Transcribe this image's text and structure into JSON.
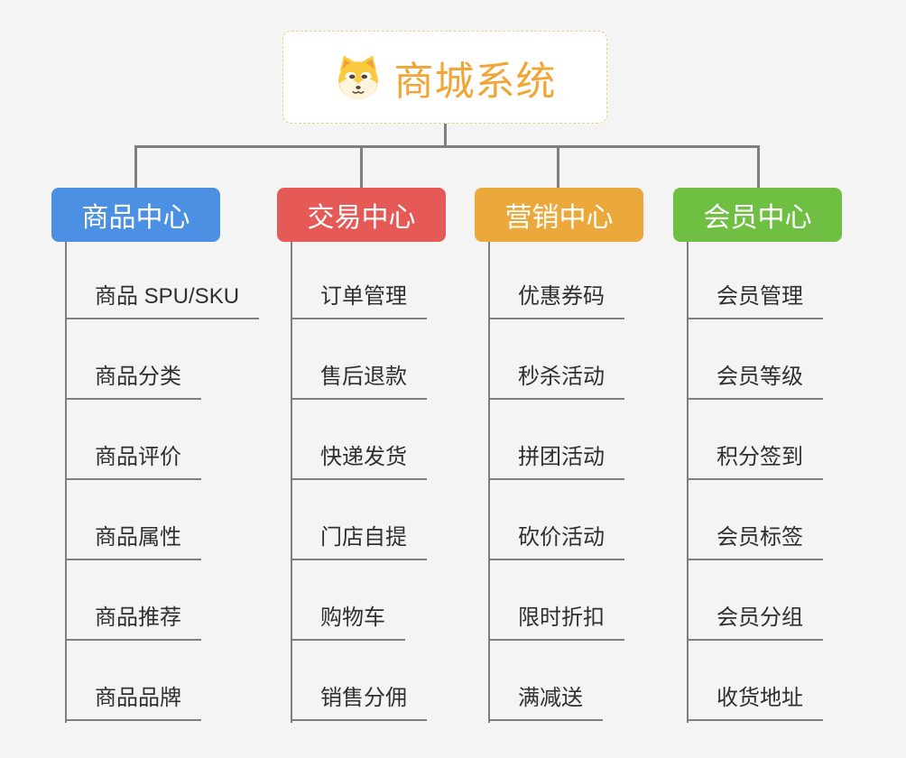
{
  "canvas": {
    "background": "#f4f4f4",
    "connector_color": "#7f7f7f",
    "leaf_text_color": "#2f2f2f"
  },
  "root": {
    "title": "商城系统",
    "icon": "dog-face-icon",
    "title_color": "#f0a636",
    "border_color": "#f3cc85"
  },
  "branches": [
    {
      "label": "商品中心",
      "color": "#4b90e2",
      "children": [
        "商品 SPU/SKU",
        "商品分类",
        "商品评价",
        "商品属性",
        "商品推荐",
        "商品品牌"
      ]
    },
    {
      "label": "交易中心",
      "color": "#e55a57",
      "children": [
        "订单管理",
        "售后退款",
        "快递发货",
        "门店自提",
        "购物车",
        "销售分佣"
      ]
    },
    {
      "label": "营销中心",
      "color": "#eca93b",
      "children": [
        "优惠券码",
        "秒杀活动",
        "拼团活动",
        "砍价活动",
        "限时折扣",
        "满减送"
      ]
    },
    {
      "label": "会员中心",
      "color": "#6fbf43",
      "children": [
        "会员管理",
        "会员等级",
        "积分签到",
        "会员标签",
        "会员分组",
        "收货地址"
      ]
    }
  ]
}
